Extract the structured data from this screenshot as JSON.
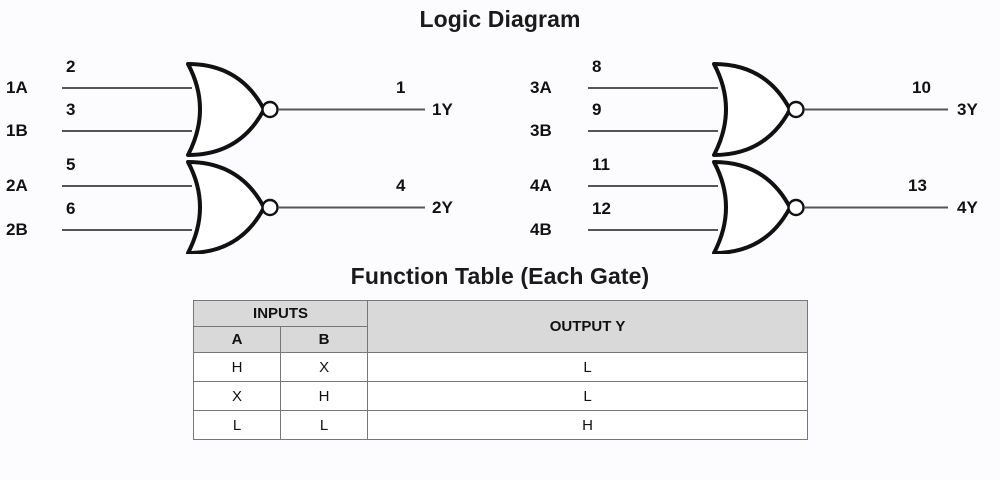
{
  "diagram": {
    "title": "Logic Diagram",
    "gate_type": "nor-gate",
    "gates": [
      {
        "id": "gate-1",
        "inputs": [
          {
            "name": "1A",
            "pin": "2"
          },
          {
            "name": "1B",
            "pin": "3"
          }
        ],
        "output": {
          "name": "1Y",
          "pin": "1"
        }
      },
      {
        "id": "gate-3",
        "inputs": [
          {
            "name": "3A",
            "pin": "8"
          },
          {
            "name": "3B",
            "pin": "9"
          }
        ],
        "output": {
          "name": "3Y",
          "pin": "10"
        }
      },
      {
        "id": "gate-2",
        "inputs": [
          {
            "name": "2A",
            "pin": "5"
          },
          {
            "name": "2B",
            "pin": "6"
          }
        ],
        "output": {
          "name": "2Y",
          "pin": "4"
        }
      },
      {
        "id": "gate-4",
        "inputs": [
          {
            "name": "4A",
            "pin": "11"
          },
          {
            "name": "4B",
            "pin": "12"
          }
        ],
        "output": {
          "name": "4Y",
          "pin": "13"
        }
      }
    ]
  },
  "function_table": {
    "title": "Function Table (Each Gate)",
    "group_headers": {
      "inputs": "INPUTS",
      "output": "OUTPUT Y"
    },
    "column_headers": {
      "a": "A",
      "b": "B"
    },
    "rows": [
      {
        "a": "H",
        "b": "X",
        "y": "L"
      },
      {
        "a": "X",
        "b": "H",
        "y": "L"
      },
      {
        "a": "L",
        "b": "L",
        "y": "H"
      }
    ]
  },
  "colors": {
    "background": "#fcfcff",
    "ink": "#111111",
    "wire": "#555555",
    "header_fill": "#d9d9d9",
    "border": "#777777"
  }
}
